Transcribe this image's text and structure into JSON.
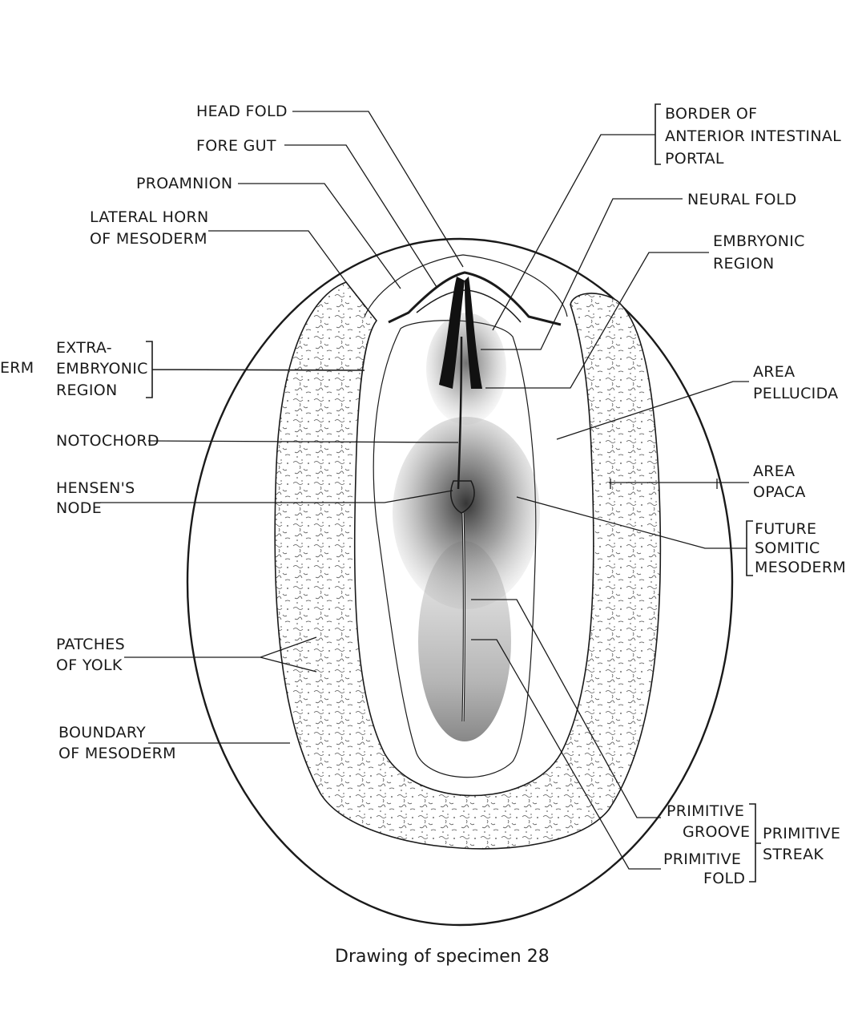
{
  "labels": {
    "head_fold": "HEAD FOLD",
    "fore_gut": "FORE GUT",
    "proamnion": "PROAMNION",
    "lateral_horn_1": "LATERAL HORN",
    "lateral_horn_2": "OF MESODERM",
    "edge_fragment": "ERM",
    "extra_embryonic_1": "EXTRA-",
    "extra_embryonic_2": "EMBRYONIC",
    "extra_embryonic_3": "REGION",
    "notochord": "NOTOCHORD",
    "hensens_node_1": "HENSEN'S",
    "hensens_node_2": "NODE",
    "patches_yolk_1": "PATCHES",
    "patches_yolk_2": "OF YOLK",
    "boundary_mesoderm_1": "BOUNDARY",
    "boundary_mesoderm_2": "OF MESODERM",
    "border_portal_1": "BORDER OF",
    "border_portal_2": "ANTERIOR INTESTINAL",
    "border_portal_3": "PORTAL",
    "neural_fold": "NEURAL FOLD",
    "embryonic_region_1": "EMBRYONIC",
    "embryonic_region_2": "REGION",
    "area_pellucida_1": "AREA",
    "area_pellucida_2": "PELLUCIDA",
    "area_opaca_1": "AREA",
    "area_opaca_2": "OPACA",
    "future_somitic_1": "FUTURE",
    "future_somitic_2": "SOMITIC",
    "future_somitic_3": "MESODERM",
    "primitive_groove_1": "PRIMITIVE",
    "primitive_groove_2": "GROOVE",
    "primitive_fold_1": "PRIMITIVE",
    "primitive_fold_2": "FOLD",
    "primitive_streak_1": "PRIMITIVE",
    "primitive_streak_2": "STREAK"
  },
  "caption": "Drawing of specimen 28"
}
